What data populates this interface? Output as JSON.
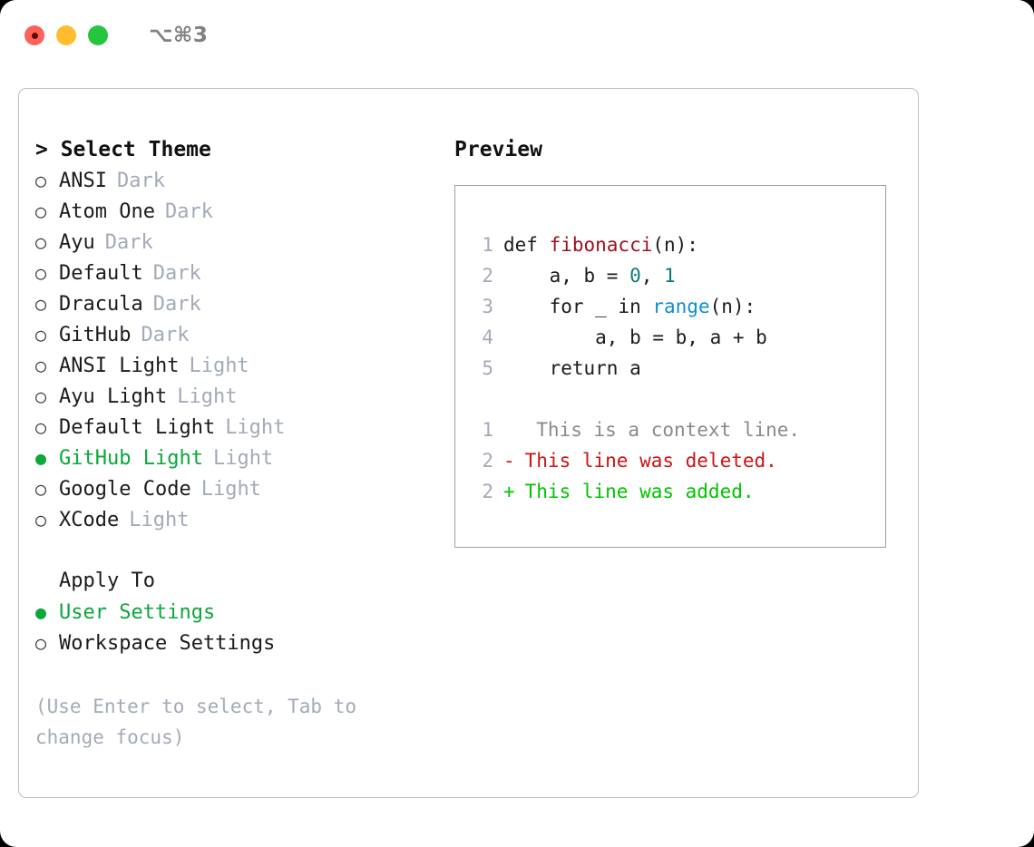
{
  "window": {
    "shortcut": "⌥⌘3",
    "traffic_lights": [
      {
        "name": "close",
        "color": "#ff6058"
      },
      {
        "name": "minimize",
        "color": "#ffbd2e"
      },
      {
        "name": "maximize",
        "color": "#25c63e"
      }
    ]
  },
  "theme_picker": {
    "header": "> Select Theme",
    "items": [
      {
        "bullet": "○",
        "label": "ANSI",
        "kind": "Dark",
        "selected": false
      },
      {
        "bullet": "○",
        "label": "Atom One",
        "kind": "Dark",
        "selected": false
      },
      {
        "bullet": "○",
        "label": "Ayu",
        "kind": "Dark",
        "selected": false
      },
      {
        "bullet": "○",
        "label": "Default",
        "kind": "Dark",
        "selected": false
      },
      {
        "bullet": "○",
        "label": "Dracula",
        "kind": "Dark",
        "selected": false
      },
      {
        "bullet": "○",
        "label": "GitHub",
        "kind": "Dark",
        "selected": false
      },
      {
        "bullet": "○",
        "label": "ANSI Light",
        "kind": "Light",
        "selected": false
      },
      {
        "bullet": "○",
        "label": "Ayu Light",
        "kind": "Light",
        "selected": false
      },
      {
        "bullet": "○",
        "label": "Default Light",
        "kind": "Light",
        "selected": false
      },
      {
        "bullet": "●",
        "label": "GitHub Light",
        "kind": "Light",
        "selected": true
      },
      {
        "bullet": "○",
        "label": "Google Code",
        "kind": "Light",
        "selected": false
      },
      {
        "bullet": "○",
        "label": "XCode",
        "kind": "Light",
        "selected": false
      }
    ]
  },
  "apply_to": {
    "title": "Apply To",
    "items": [
      {
        "bullet": "●",
        "label": "User Settings",
        "selected": true
      },
      {
        "bullet": "○",
        "label": "Workspace Settings",
        "selected": false
      }
    ]
  },
  "hint": "(Use Enter to select, Tab to change focus)",
  "preview": {
    "title": "Preview",
    "code_lines": [
      {
        "ln": "1",
        "parts": [
          {
            "t": "def ",
            "c": "code-text"
          },
          {
            "t": "fibonacci",
            "c": "tok-fn"
          },
          {
            "t": "(n):",
            "c": "code-text"
          }
        ]
      },
      {
        "ln": "2",
        "parts": [
          {
            "t": "    a, b = ",
            "c": "code-text"
          },
          {
            "t": "0",
            "c": "tok-num"
          },
          {
            "t": ", ",
            "c": "code-text"
          },
          {
            "t": "1",
            "c": "tok-num"
          }
        ]
      },
      {
        "ln": "3",
        "parts": [
          {
            "t": "    for _ in ",
            "c": "code-text"
          },
          {
            "t": "range",
            "c": "tok-call"
          },
          {
            "t": "(n):",
            "c": "code-text"
          }
        ]
      },
      {
        "ln": "4",
        "parts": [
          {
            "t": "        a, b = b, a + b",
            "c": "code-text"
          }
        ]
      },
      {
        "ln": "5",
        "parts": [
          {
            "t": "    return a",
            "c": "code-text"
          }
        ]
      }
    ],
    "diff_lines": [
      {
        "ln": "1",
        "sign": " ",
        "text": "  This is a context line.",
        "kind": "diff-ctx"
      },
      {
        "ln": "2",
        "sign": "-",
        "text": " This line was deleted.",
        "kind": "diff-del"
      },
      {
        "ln": "2",
        "sign": "+",
        "text": " This line was added.",
        "kind": "diff-add"
      }
    ]
  },
  "colors": {
    "selection_green": "#09a83a",
    "muted_gray": "#a3abb7",
    "panel_border": "#b7c0cb",
    "preview_border": "#96a1af",
    "diff_add": "#00c400",
    "diff_del": "#cc1414",
    "syntax_function": "#a01020",
    "syntax_number": "#0b7b78",
    "syntax_builtin": "#0f8fcc"
  }
}
